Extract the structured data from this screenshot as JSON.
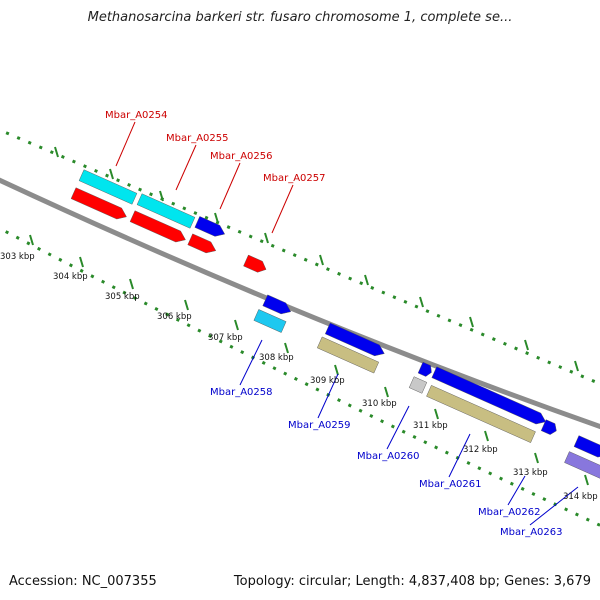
{
  "title": "Methanosarcina barkeri str. fusaro chromosome 1, complete se...",
  "footer": {
    "accession": "Accession: NC_007355",
    "summary": "Topology: circular; Length: 4,837,408 bp; Genes: 3,679"
  },
  "colors": {
    "backbone": "#8c8c8c",
    "tick": "#2a8a2a",
    "label_forward": "#cc0000",
    "label_reverse": "#0000cc"
  },
  "kbp_labels": [
    "303 kbp",
    "304 kbp",
    "305 kbp",
    "306 kbp",
    "307 kbp",
    "308 kbp",
    "309 kbp",
    "310 kbp",
    "311 kbp",
    "312 kbp",
    "313 kbp",
    "314 kbp"
  ],
  "genes_top": [
    {
      "label": "Mbar_A0254",
      "color": "#cc0000"
    },
    {
      "label": "Mbar_A0255",
      "color": "#cc0000"
    },
    {
      "label": "Mbar_A0256",
      "color": "#cc0000"
    },
    {
      "label": "Mbar_A0257",
      "color": "#cc0000"
    }
  ],
  "genes_bottom": [
    {
      "label": "Mbar_A0258",
      "color": "#0000cc"
    },
    {
      "label": "Mbar_A0259",
      "color": "#0000cc"
    },
    {
      "label": "Mbar_A0260",
      "color": "#0000cc"
    },
    {
      "label": "Mbar_A0261",
      "color": "#0000cc"
    },
    {
      "label": "Mbar_A0262",
      "color": "#0000cc"
    },
    {
      "label": "Mbar_A0263",
      "color": "#0000cc"
    }
  ],
  "feature_colors": {
    "forward_cds": "#ff0000",
    "forward_gene": "#00e5ee",
    "reverse_cds": "#0000ee",
    "reverse_gene_cyan": "#1ec8f0",
    "reverse_gene_olive": "#c8be82",
    "misc": "#c8c8c8",
    "purple": "#8877dd",
    "blue_fwd": "#0000ee"
  }
}
